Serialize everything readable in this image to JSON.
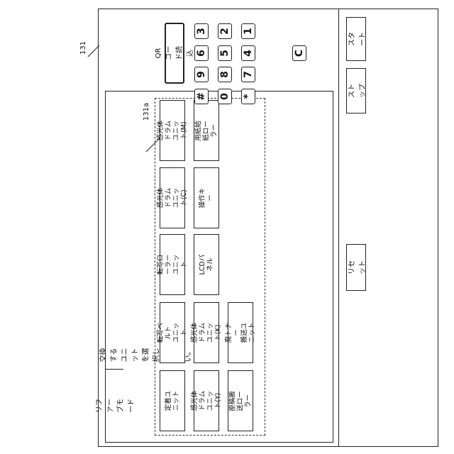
{
  "ref_panel": "131",
  "ref_grid": "131a",
  "mode_title": "リファーブモード",
  "instruction": "交換するユニットを選択してください。",
  "qr_button": "QRコード読込",
  "keypad": {
    "row1": [
      "3",
      "6",
      "9",
      "#"
    ],
    "row2": [
      "2",
      "5",
      "8",
      "0"
    ],
    "row3": [
      "1",
      "4",
      "7",
      "*"
    ],
    "clear": "C"
  },
  "units": {
    "col1": [
      "定着ユニット",
      "転写ベルト\nユニット",
      "転写ローラー\nユニット",
      "感光体\nドラムユニット(C)",
      "感光体\nドラムユニット(M)"
    ],
    "col2": [
      "感光体\nドラムユニット(Y)",
      "感光体\nドラムユニット(K)",
      "LCDパネル",
      "操作キー",
      "用紙給紙ローラー"
    ],
    "col3": [
      "原稿搬送ローラー",
      "廃トナー\n搬送ユニット"
    ]
  },
  "buttons": {
    "reset": "リセット",
    "stop": "ストップ",
    "start": "スタート"
  }
}
